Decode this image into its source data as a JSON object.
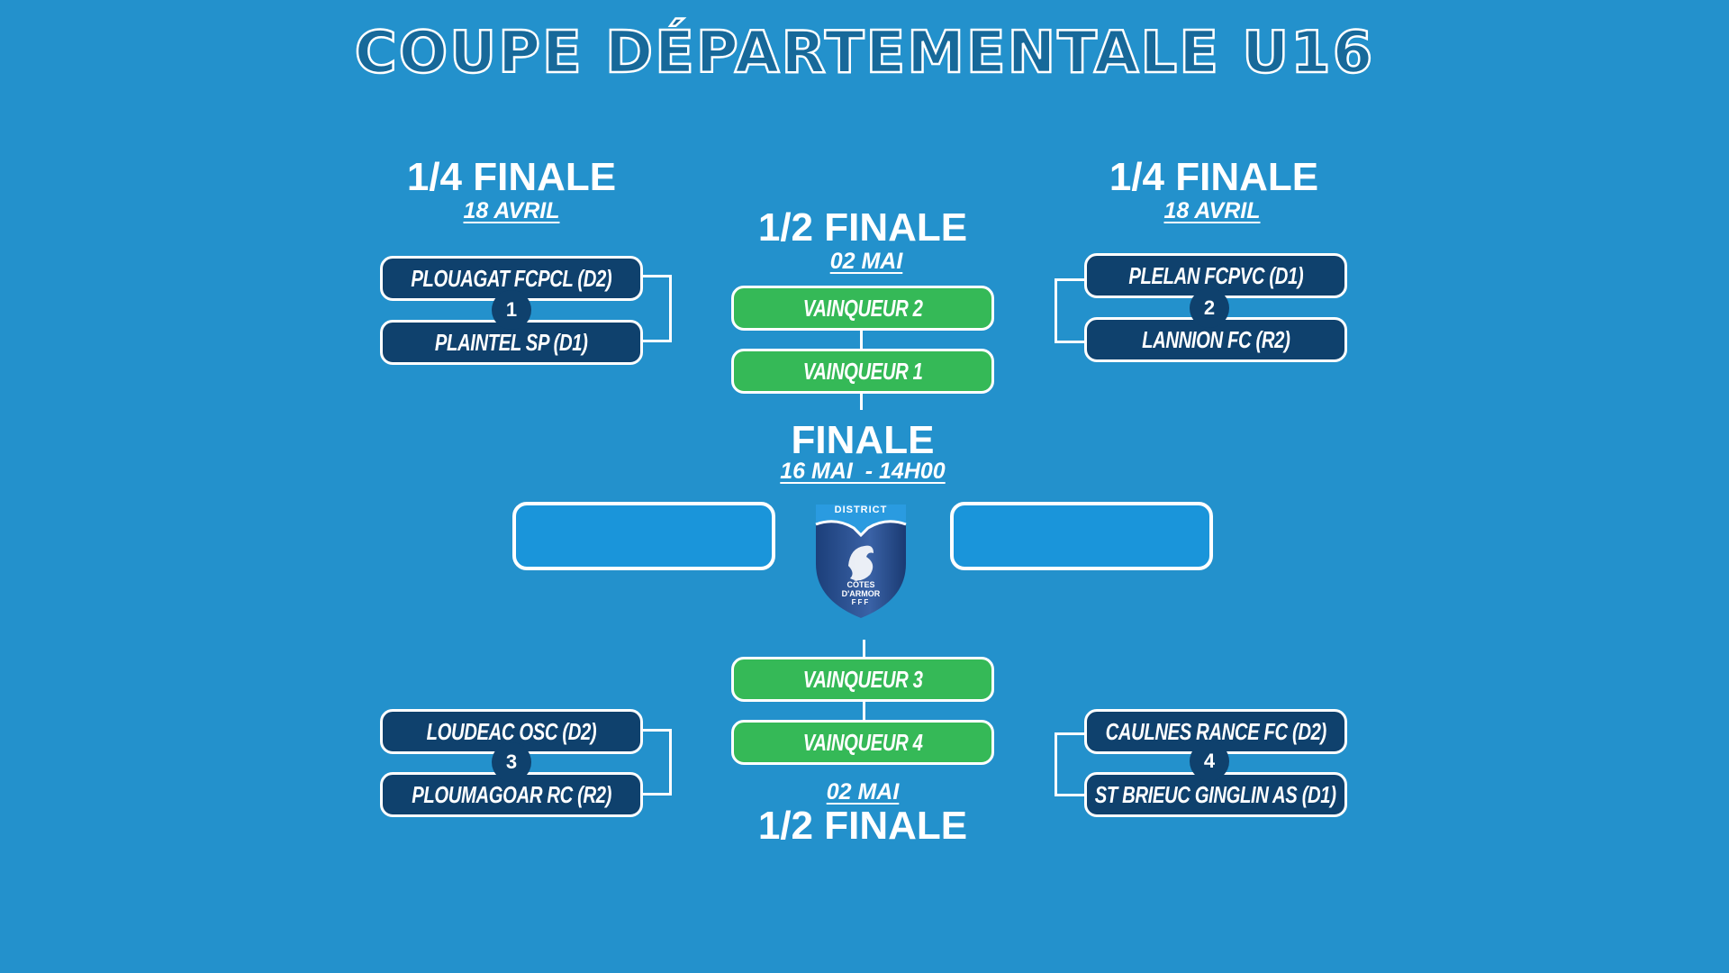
{
  "title": "COUPE DÉPARTEMENTALE U16",
  "quarter_left": {
    "heading": "1/4 FINALE",
    "date": "18 AVRIL",
    "matches": [
      {
        "number": "1",
        "teams": [
          "PLOUAGAT FCPCL (D2)",
          "PLAINTEL SP (D1)"
        ]
      },
      {
        "number": "3",
        "teams": [
          "LOUDEAC OSC (D2)",
          "PLOUMAGOAR RC (R2)"
        ]
      }
    ]
  },
  "quarter_right": {
    "heading": "1/4 FINALE",
    "date": "18 AVRIL",
    "matches": [
      {
        "number": "2",
        "teams": [
          "PLELAN FCPVC (D1)",
          "LANNION FC (R2)"
        ]
      },
      {
        "number": "4",
        "teams": [
          "CAULNES RANCE FC (D2)",
          "ST BRIEUC GINGLIN AS (D1)"
        ]
      }
    ]
  },
  "semi_top": {
    "heading": "1/2 FINALE",
    "date": "02 MAI",
    "slots": [
      "VAINQUEUR 2",
      "VAINQUEUR 1"
    ]
  },
  "semi_bottom": {
    "heading": "1/2 FINALE",
    "date": "02 MAI",
    "slots": [
      "VAINQUEUR 3",
      "VAINQUEUR 4"
    ]
  },
  "final": {
    "heading": "FINALE",
    "date": "16 MAI  - 14H00"
  },
  "logo": {
    "top_text": "DISTRICT",
    "line1": "CÔTES",
    "line2": "D'ARMOR",
    "line3": "FFF"
  },
  "colors": {
    "background": "#2391cc",
    "team": "#0f416d",
    "winner": "#35b957"
  }
}
